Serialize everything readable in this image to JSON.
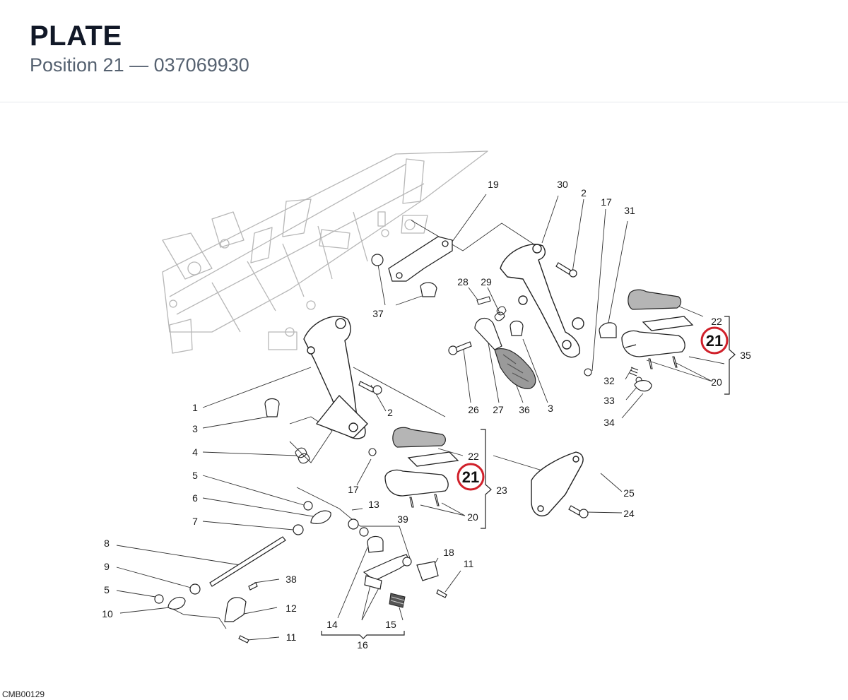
{
  "header": {
    "title": "PLATE",
    "position_label": "Position 21",
    "separator": "—",
    "part_number": "037069930"
  },
  "diagram": {
    "drawing_code": "CMB00129",
    "highlight_color": "#d0202a",
    "callouts": [
      {
        "id": "c19",
        "label": "19"
      },
      {
        "id": "c30",
        "label": "30"
      },
      {
        "id": "c2a",
        "label": "2"
      },
      {
        "id": "c17a",
        "label": "17"
      },
      {
        "id": "c31",
        "label": "31"
      },
      {
        "id": "c28",
        "label": "28"
      },
      {
        "id": "c29",
        "label": "29"
      },
      {
        "id": "c37",
        "label": "37"
      },
      {
        "id": "c22a",
        "label": "22"
      },
      {
        "id": "c35",
        "label": "35"
      },
      {
        "id": "c32",
        "label": "32"
      },
      {
        "id": "c20a",
        "label": "20"
      },
      {
        "id": "c33",
        "label": "33"
      },
      {
        "id": "c34",
        "label": "34"
      },
      {
        "id": "c26",
        "label": "26"
      },
      {
        "id": "c27",
        "label": "27"
      },
      {
        "id": "c36",
        "label": "36"
      },
      {
        "id": "c3a",
        "label": "3"
      },
      {
        "id": "c1",
        "label": "1"
      },
      {
        "id": "c2b",
        "label": "2"
      },
      {
        "id": "c3b",
        "label": "3"
      },
      {
        "id": "c4",
        "label": "4"
      },
      {
        "id": "c22b",
        "label": "22"
      },
      {
        "id": "c23",
        "label": "23"
      },
      {
        "id": "c25",
        "label": "25"
      },
      {
        "id": "c24",
        "label": "24"
      },
      {
        "id": "c5a",
        "label": "5"
      },
      {
        "id": "c17b",
        "label": "17"
      },
      {
        "id": "c13",
        "label": "13"
      },
      {
        "id": "c6",
        "label": "6"
      },
      {
        "id": "c20b",
        "label": "20"
      },
      {
        "id": "c39",
        "label": "39"
      },
      {
        "id": "c7",
        "label": "7"
      },
      {
        "id": "c8",
        "label": "8"
      },
      {
        "id": "c18",
        "label": "18"
      },
      {
        "id": "c11a",
        "label": "11"
      },
      {
        "id": "c9",
        "label": "9"
      },
      {
        "id": "c38",
        "label": "38"
      },
      {
        "id": "c5b",
        "label": "5"
      },
      {
        "id": "c12",
        "label": "12"
      },
      {
        "id": "c10",
        "label": "10"
      },
      {
        "id": "c14",
        "label": "14"
      },
      {
        "id": "c15",
        "label": "15"
      },
      {
        "id": "c11b",
        "label": "11"
      },
      {
        "id": "c16",
        "label": "16"
      }
    ],
    "highlights": [
      {
        "id": "h21a",
        "label": "21"
      },
      {
        "id": "h21b",
        "label": "21"
      }
    ]
  }
}
